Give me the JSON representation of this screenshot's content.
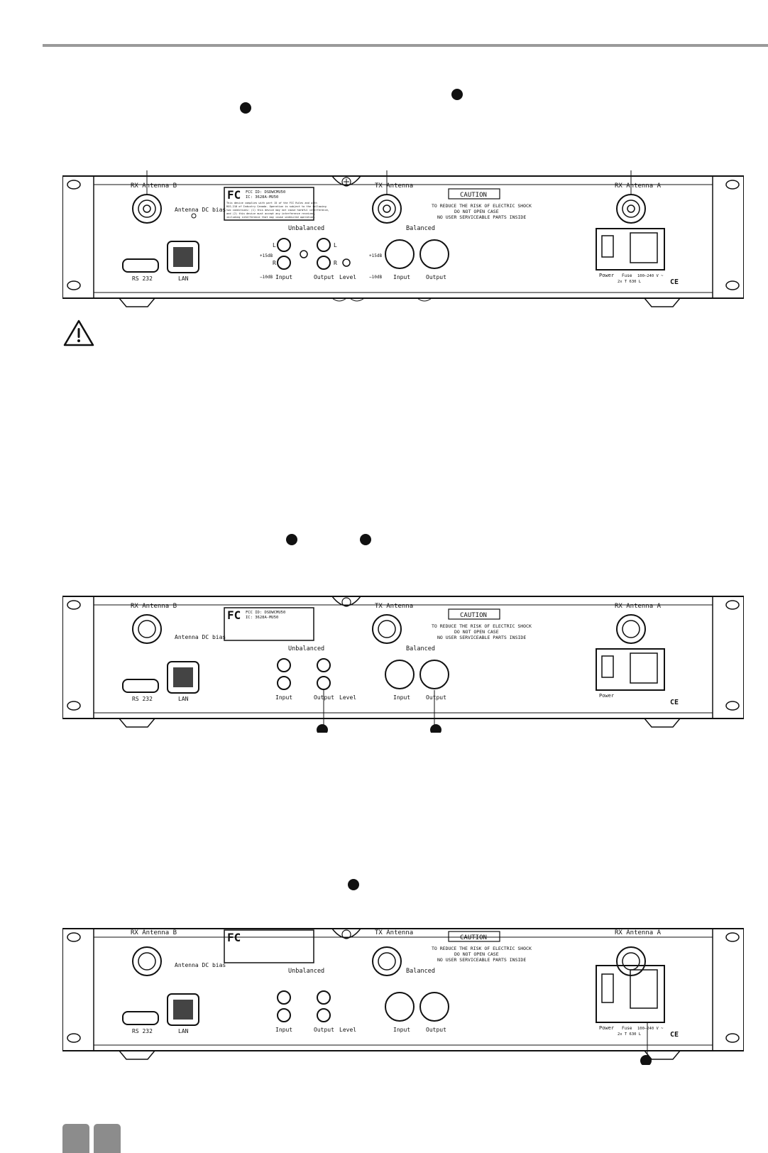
{
  "panel": {
    "rx_antenna_b": "RX Antenna B",
    "tx_antenna": "TX Antenna",
    "rx_antenna_a": "RX Antenna A",
    "antenna_dc_bias": "Antenna DC bias",
    "unbalanced": "Unbalanced",
    "balanced": "Balanced",
    "caution": "CAUTION",
    "caution_line1": "TO REDUCE THE RISK OF ELECTRIC SHOCK",
    "caution_line2": "DO NOT OPEN CASE",
    "caution_line3": "NO USER SERVICEABLE PARTS INSIDE",
    "fcc_logo": "FC",
    "fcc_id": "FCC ID: DSDWCMU50",
    "ic_id": "IC: 3628A-MU50",
    "fcc_text1": "This device complies with part 15 of the FCC Rules and with",
    "fcc_text2": "RSS-210 of Industry Canada. Operation is subject to the following",
    "fcc_text3": "two conditions: (1) this device may not cause harmful interference,",
    "fcc_text4": "and (2) this device must accept any interference received,",
    "fcc_text5": "including interference that may cause undesired operation.",
    "plus15": "+15dB",
    "minus10": "−10dB",
    "l": "L",
    "r": "R",
    "input": "Input",
    "output": "Output",
    "level": "Level",
    "rs232": "RS 232",
    "lan": "LAN",
    "power": "Power",
    "fuse": "Fuse",
    "voltage": "100–240 V ~",
    "fuse_rating": "2x T 630 L",
    "ce": "CE"
  }
}
